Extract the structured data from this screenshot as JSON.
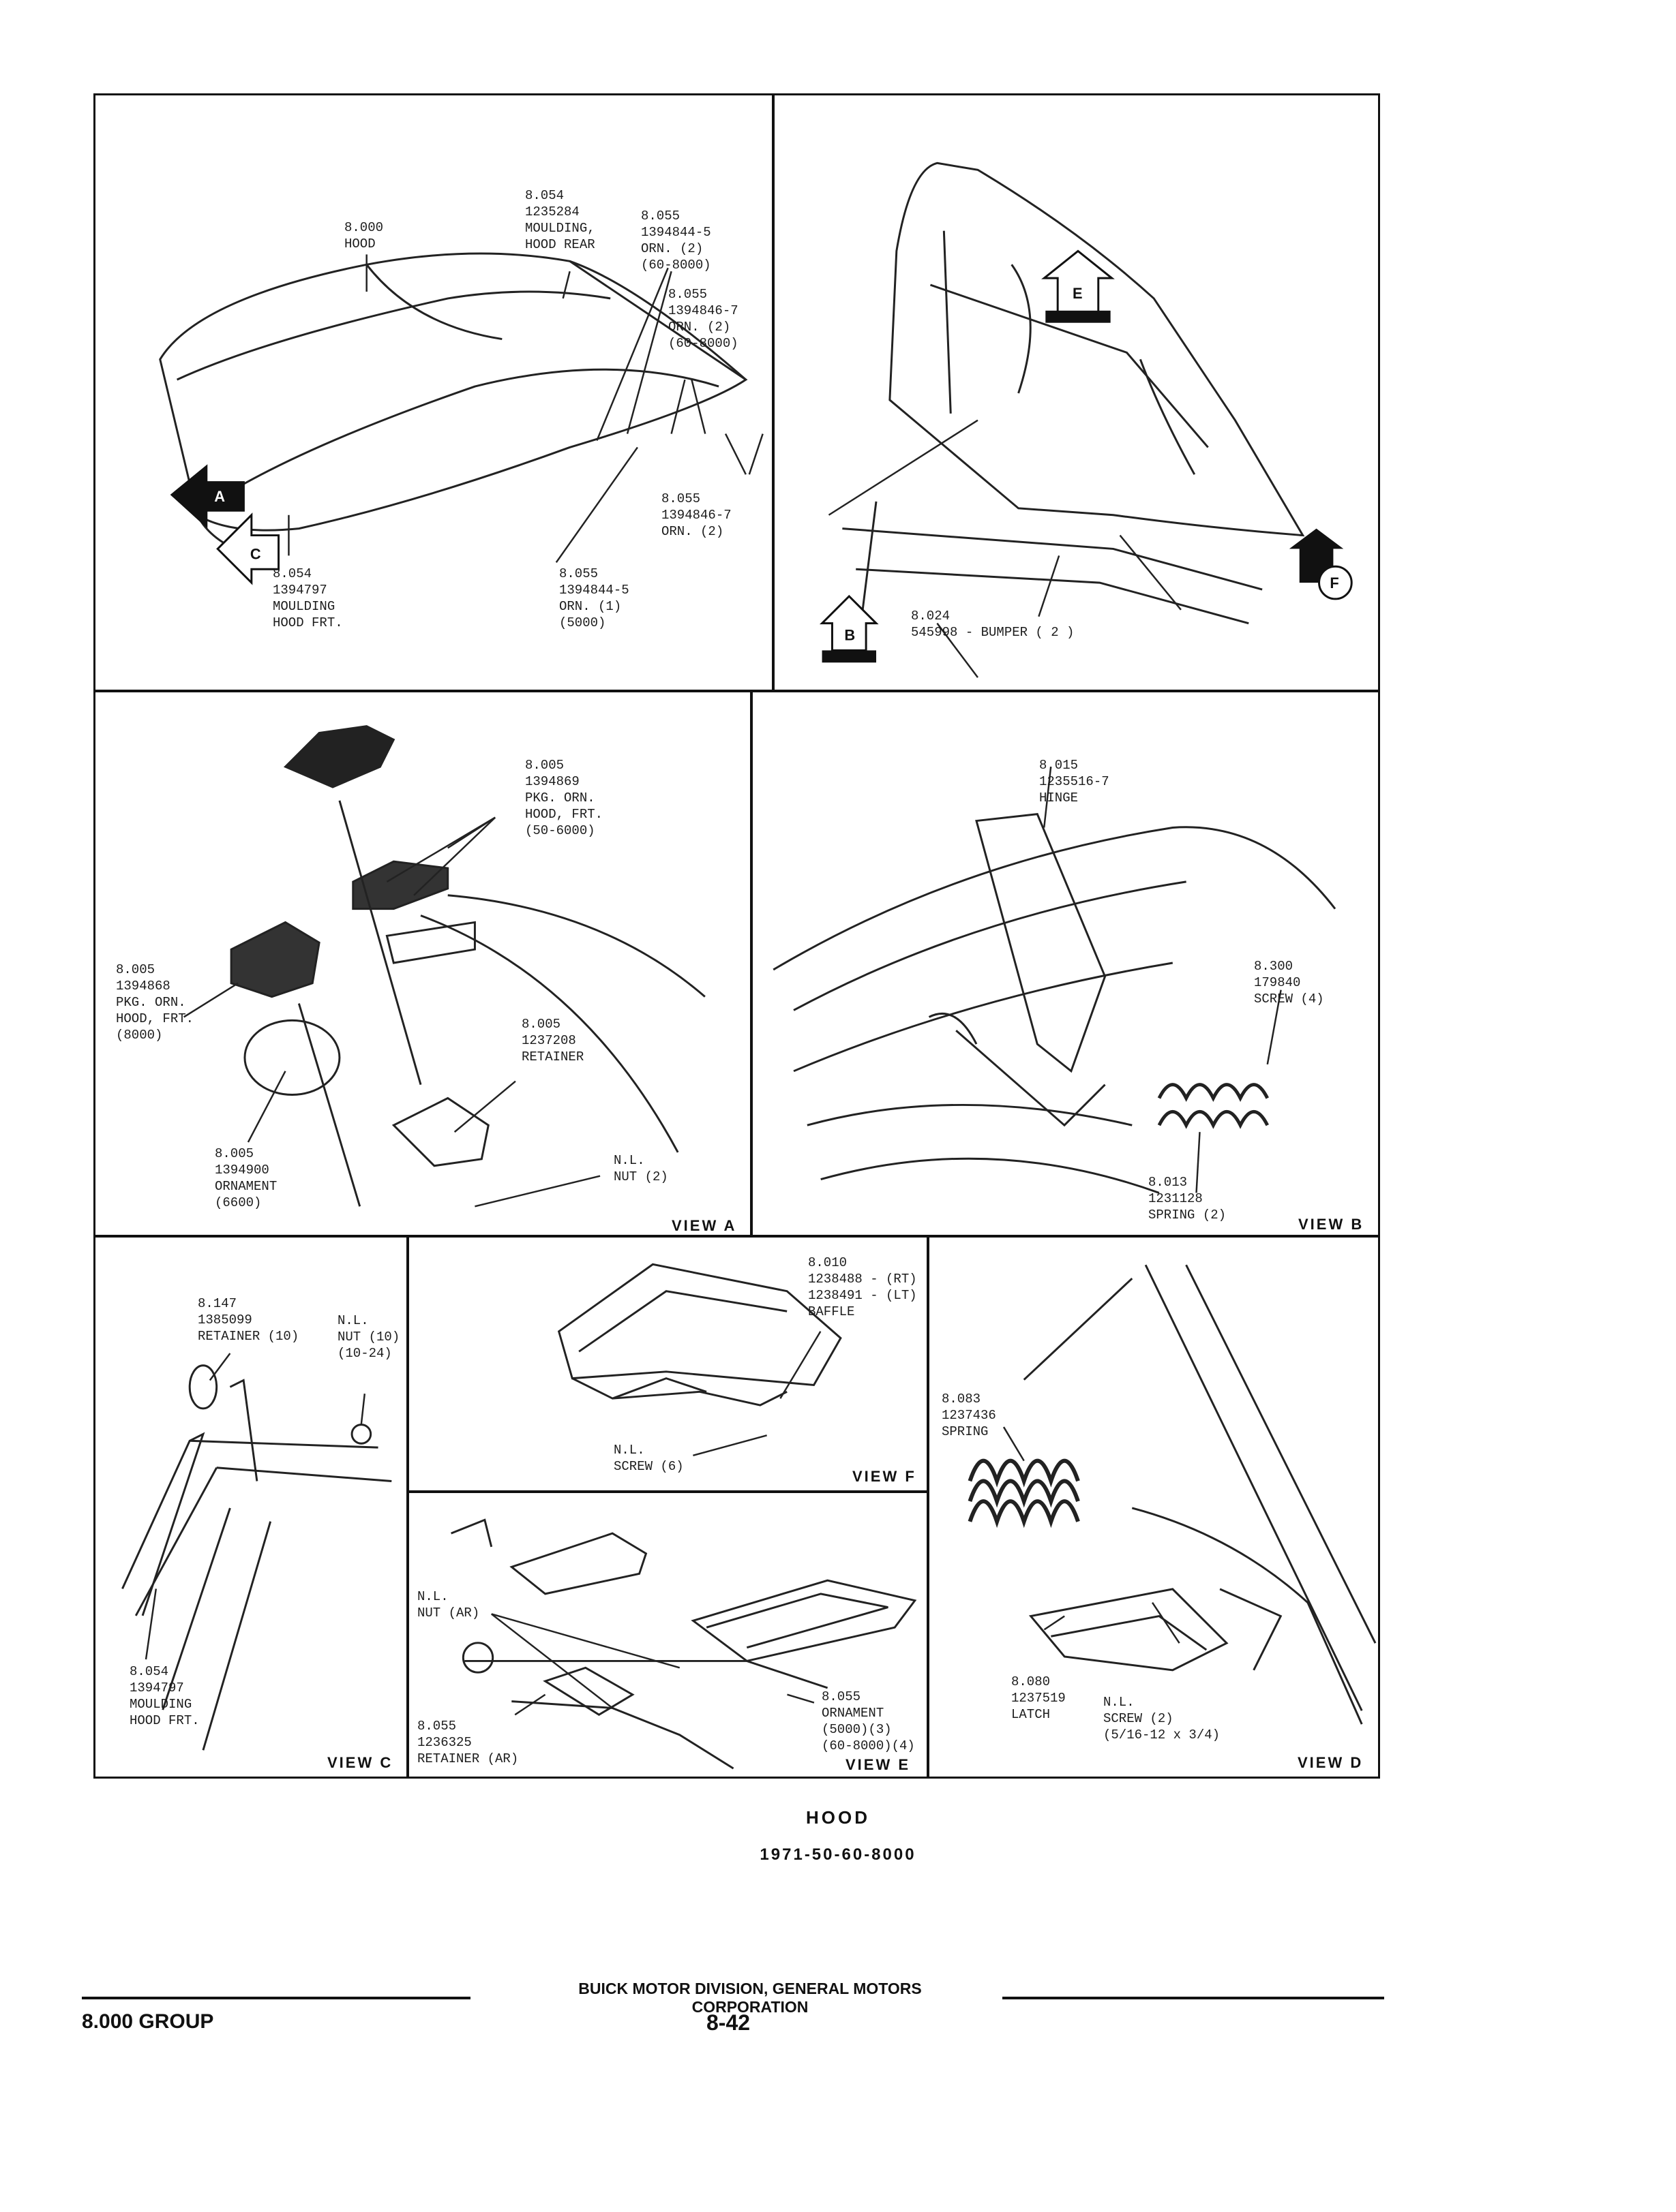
{
  "panels": {
    "hood_overview": {
      "labels": [
        {
          "id": "l-8000",
          "lines": [
            "8.000",
            "HOOD"
          ]
        },
        {
          "id": "l-8054-rear",
          "lines": [
            "8.054",
            "1235284",
            "MOULDING,",
            "HOOD REAR"
          ]
        },
        {
          "id": "l-8055-a",
          "lines": [
            "8.055",
            "1394844-5",
            "ORN. (2)",
            "(60-8000)"
          ]
        },
        {
          "id": "l-8055-b",
          "lines": [
            "8.055",
            "1394846-7",
            "ORN. (2)",
            "(60-8000)"
          ]
        },
        {
          "id": "l-8055-c",
          "lines": [
            "8.055",
            "1394846-7",
            "ORN. (2)"
          ]
        },
        {
          "id": "l-8055-d",
          "lines": [
            "8.055",
            "1394844-5",
            "ORN. (1)",
            "(5000)"
          ]
        },
        {
          "id": "l-8054-frt",
          "lines": [
            "8.054",
            "1394797",
            "MOULDING",
            "HOOD FRT."
          ]
        }
      ],
      "callouts": [
        "A",
        "C"
      ]
    },
    "hood_open": {
      "labels": [
        {
          "id": "l-8024",
          "lines": [
            "8.024",
            "545998 - BUMPER ( 2 )"
          ]
        }
      ],
      "callouts": [
        "E",
        "B",
        "F"
      ]
    },
    "view_a": {
      "view_label": "VIEW A",
      "labels": [
        {
          "id": "l-8005-a",
          "lines": [
            "8.005",
            "1394869",
            "PKG. ORN.",
            "HOOD, FRT.",
            "(50-6000)"
          ]
        },
        {
          "id": "l-8005-b",
          "lines": [
            "8.005",
            "1394868",
            "PKG. ORN.",
            "HOOD, FRT.",
            "(8000)"
          ]
        },
        {
          "id": "l-8005-c",
          "lines": [
            "8.005",
            "1237208",
            "RETAINER"
          ]
        },
        {
          "id": "l-8005-d",
          "lines": [
            "8.005",
            "1394900",
            "ORNAMENT",
            "(6600)"
          ]
        },
        {
          "id": "l-nl-nut",
          "lines": [
            "N.L.",
            "NUT (2)"
          ]
        }
      ]
    },
    "view_b": {
      "view_label": "VIEW B",
      "labels": [
        {
          "id": "l-8015",
          "lines": [
            "8.015",
            "1235516-7",
            "HINGE"
          ]
        },
        {
          "id": "l-8300",
          "lines": [
            "8.300",
            "179840",
            "SCREW (4)"
          ]
        },
        {
          "id": "l-8013",
          "lines": [
            "8.013",
            "1231128",
            "SPRING (2)"
          ]
        }
      ]
    },
    "view_c": {
      "view_label": "VIEW C",
      "labels": [
        {
          "id": "l-8147",
          "lines": [
            "8.147",
            "1385099",
            "RETAINER (10)"
          ]
        },
        {
          "id": "l-nl-nut10",
          "lines": [
            "N.L.",
            "NUT (10)",
            "(10-24)"
          ]
        },
        {
          "id": "l-8054-c",
          "lines": [
            "8.054",
            "1394797",
            "MOULDING",
            "HOOD FRT."
          ]
        }
      ]
    },
    "view_f": {
      "view_label": "VIEW F",
      "labels": [
        {
          "id": "l-8010",
          "lines": [
            "8.010",
            "1238488 - (RT)",
            "1238491 - (LT)",
            "BAFFLE"
          ]
        },
        {
          "id": "l-nl-screw6",
          "lines": [
            "N.L.",
            "SCREW (6)"
          ]
        }
      ]
    },
    "view_e": {
      "view_label": "VIEW E",
      "labels": [
        {
          "id": "l-nl-nut-ar",
          "lines": [
            "N.L.",
            "NUT (AR)"
          ]
        },
        {
          "id": "l-8055-e",
          "lines": [
            "8.055",
            "ORNAMENT",
            "(5000)(3)",
            "(60-8000)(4)"
          ]
        },
        {
          "id": "l-8055-ret",
          "lines": [
            "8.055",
            "1236325",
            "RETAINER (AR)"
          ]
        }
      ]
    },
    "view_d": {
      "view_label": "VIEW D",
      "labels": [
        {
          "id": "l-8083",
          "lines": [
            "8.083",
            "1237436",
            "SPRING"
          ]
        },
        {
          "id": "l-8080",
          "lines": [
            "8.080",
            "1237519",
            "LATCH"
          ]
        },
        {
          "id": "l-nl-screw2",
          "lines": [
            "N.L.",
            "SCREW (2)",
            "(5/16-12 x 3/4)"
          ]
        }
      ]
    }
  },
  "caption": {
    "title": "HOOD",
    "subtitle": "1971-50-60-8000"
  },
  "footer": {
    "company": "BUICK MOTOR DIVISION, GENERAL MOTORS CORPORATION",
    "group": "8.000 GROUP",
    "page": "8-42"
  }
}
